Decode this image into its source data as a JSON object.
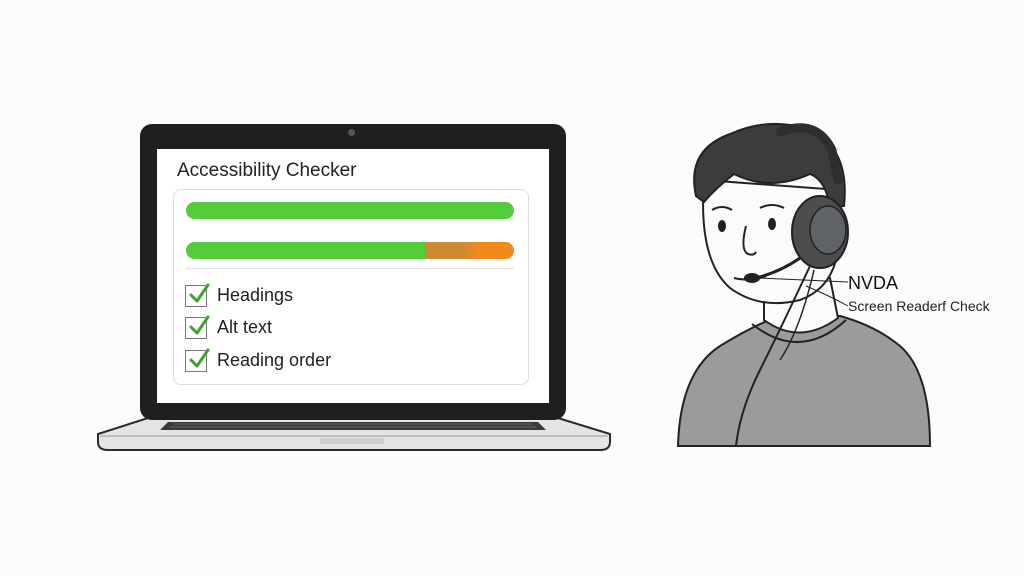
{
  "laptop": {
    "app_title": "Accessibility Checker",
    "progress_bars": [
      {
        "passed_fraction": 1.0,
        "warning_fraction": 0.0
      },
      {
        "passed_fraction": 0.73,
        "warning_fraction": 0.27
      }
    ],
    "checklist": [
      {
        "label": "Headings",
        "checked": true
      },
      {
        "label": "Alt text",
        "checked": true
      },
      {
        "label": "Reading order",
        "checked": true
      }
    ]
  },
  "person": {
    "device_label": "NVDA",
    "caption": "Screen Readerf Check"
  },
  "colors": {
    "pass": "#55cc3c",
    "warning": "#f08a1c",
    "warning_blend": "#cc8a33",
    "checkmark": "#3aa52a",
    "background": "#fcfcfc"
  },
  "icons": {
    "check": "check-icon",
    "camera": "webcam-icon",
    "headset": "headset-icon"
  }
}
